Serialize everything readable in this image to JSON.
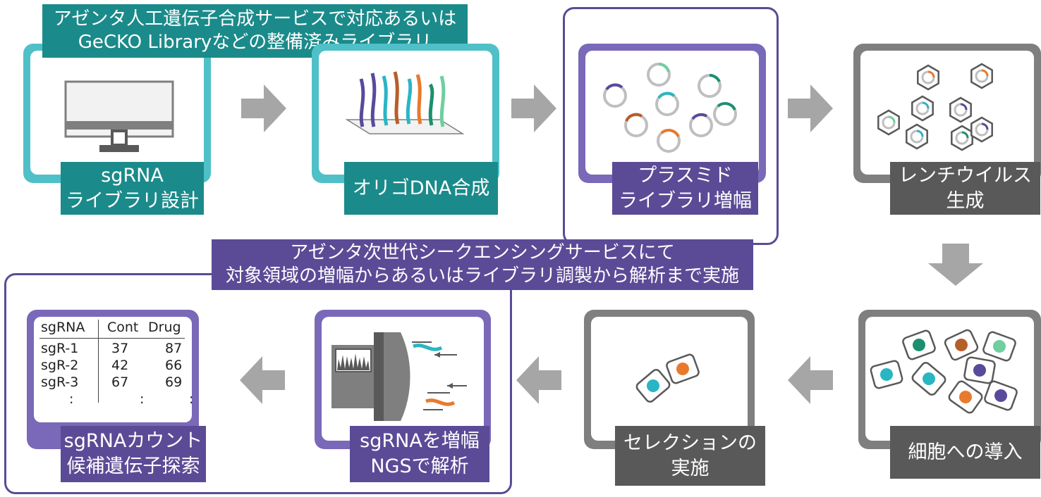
{
  "colors": {
    "teal_frame": "#4fc0c8",
    "teal_label": "#1b8a8a",
    "purple_frame": "#7a68b8",
    "purple_label": "#5b4b96",
    "gray_frame": "#7f7f7f",
    "gray_label": "#595959",
    "arrow": "#a6a6a6",
    "dot_green": "#1a9070",
    "dot_orange": "#e87a2d",
    "dot_teal": "#2ab5c4",
    "dot_purple": "#5a4a9c",
    "dot_mint": "#6fcf9f",
    "dot_brown": "#b65e2a"
  },
  "banners": {
    "top": "アゼンタ人工遺伝子合成サービスで対応あるいは\nGeCKO Libraryなどの整備済みライブラリ",
    "middle": "アゼンタ次世代シークエンシングサービスにて\n対象領域の増幅からあるいはライブラリ調製から解析まで実施"
  },
  "steps": {
    "design": "sgRNA\nライブラリ設計",
    "oligo": "オリゴDNA合成",
    "plasmid": "プラスミド\nライブラリ増幅",
    "lentivirus": "レンチウイルス\n生成",
    "transduction": "細胞への導入",
    "selection": "セレクションの\n実施",
    "ngs": "sgRNAを増幅\nNGSで解析",
    "count": "sgRNAカウント\n候補遺伝子探索"
  },
  "table": {
    "headers": [
      "sgRNA",
      "Cont",
      "Drug"
    ],
    "rows": [
      [
        "sgR-1",
        "37",
        "87"
      ],
      [
        "sgR-2",
        "42",
        "66"
      ],
      [
        "sgR-3",
        "67",
        "69"
      ],
      [
        ":",
        ":",
        ":"
      ]
    ]
  },
  "icons": [
    "monitor-icon",
    "oligo-array-icon",
    "plasmid-icon",
    "lentivirus-icon",
    "cell-icon",
    "sequencer-icon",
    "arrow-icon"
  ]
}
